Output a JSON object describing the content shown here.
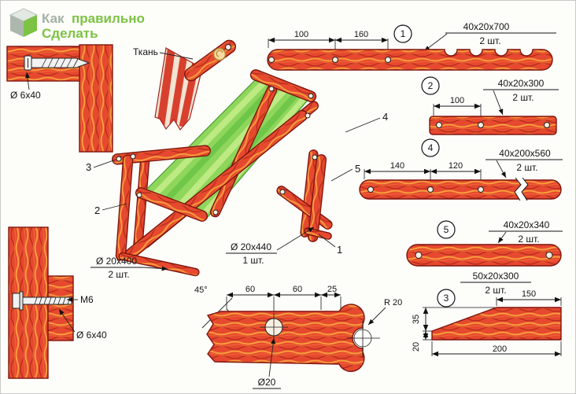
{
  "watermark": {
    "word1": "Как",
    "word2": "правильно",
    "word3": "Сделать"
  },
  "annotations": {
    "fabric": "Ткань",
    "screw_top": "Ø 6x40",
    "bolt": "M6",
    "screw_bottom": "Ø 6x40",
    "rod_front_size": "Ø 20x400",
    "rod_front_qty": "2 шт.",
    "rod_seat_size": "Ø 20x440",
    "rod_seat_qty": "1 шт."
  },
  "callouts": {
    "c1": "1",
    "c2": "2",
    "c3": "3",
    "c4": "4",
    "c5": "5"
  },
  "parts": {
    "p1": {
      "num": "1",
      "size": "40x20x700",
      "qty": "2 шт.",
      "dim1": "100",
      "dim2": "160"
    },
    "p2": {
      "num": "2",
      "size": "40x20x300",
      "qty": "2 шт.",
      "dim1": "100"
    },
    "p4": {
      "num": "4",
      "size": "40x200x560",
      "qty": "2 шт.",
      "dim1": "140",
      "dim2": "120"
    },
    "p5": {
      "num": "5",
      "size": "40x20x340",
      "qty": "2 шт."
    },
    "p3": {
      "num": "3",
      "size": "50x20x300",
      "qty": "2 шт.",
      "dim_top": "150",
      "dim_bottom": "200",
      "dim_h1": "35",
      "dim_h2": "20"
    }
  },
  "detail": {
    "angle": "45°",
    "dim1": "60",
    "dim2": "60",
    "dim3": "25",
    "radius": "R 20",
    "hole": "Ø20"
  },
  "colors": {
    "wood_red": "#e6492f",
    "wood_streak": "#f79d3c",
    "fabric_green": "#8fd65c",
    "brand_green": "#7cc243"
  }
}
